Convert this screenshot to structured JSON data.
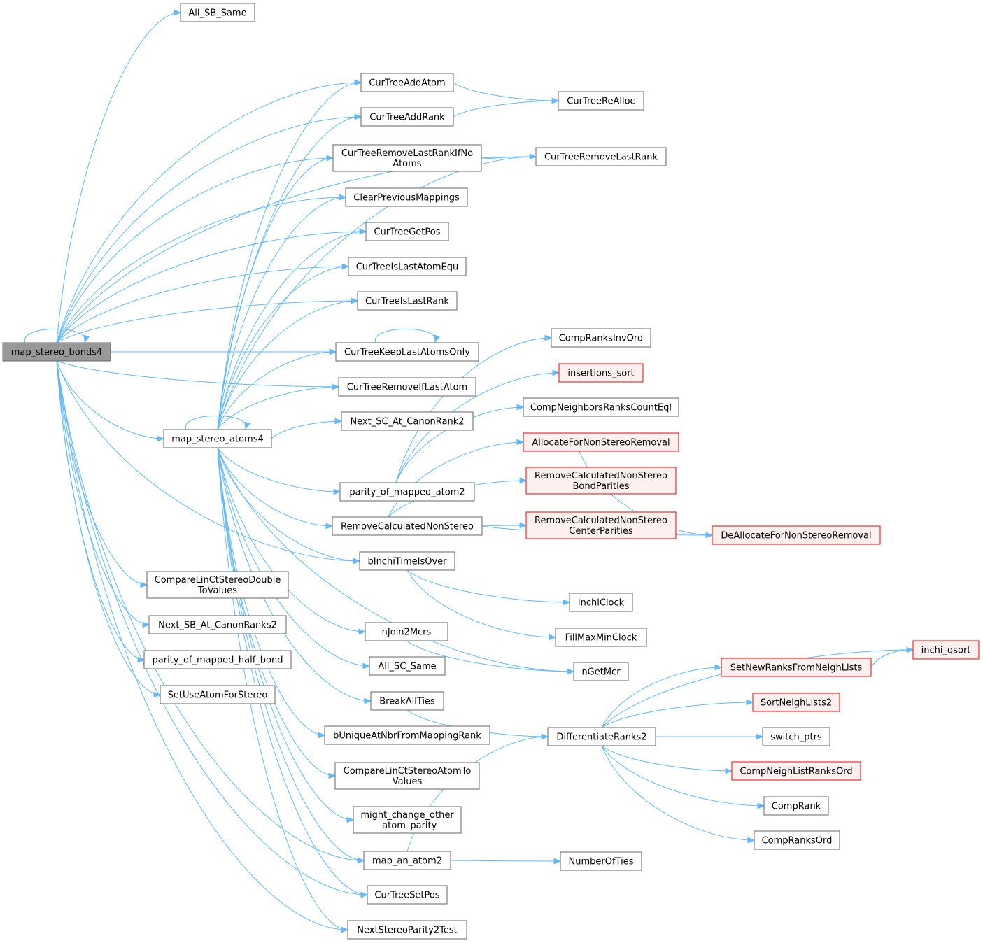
{
  "nodes": {
    "root": {
      "lines": [
        "map_stereo_bonds4"
      ],
      "style": "root"
    },
    "all_sb_same": {
      "lines": [
        "All_SB_Same"
      ],
      "style": "normal"
    },
    "cur_tree_add_atom": {
      "lines": [
        "CurTreeAddAtom"
      ],
      "style": "normal"
    },
    "cur_tree_add_rank": {
      "lines": [
        "CurTreeAddRank"
      ],
      "style": "normal"
    },
    "cur_tree_remove_last_rank_if_no_atoms": {
      "lines": [
        "CurTreeRemoveLastRankIfNo",
        "Atoms"
      ],
      "style": "normal"
    },
    "clear_previous_mappings": {
      "lines": [
        "ClearPreviousMappings"
      ],
      "style": "normal"
    },
    "cur_tree_get_pos": {
      "lines": [
        "CurTreeGetPos"
      ],
      "style": "normal"
    },
    "cur_tree_is_last_atom_equ": {
      "lines": [
        "CurTreeIsLastAtomEqu"
      ],
      "style": "normal"
    },
    "cur_tree_is_last_rank": {
      "lines": [
        "CurTreeIsLastRank"
      ],
      "style": "normal"
    },
    "cur_tree_keep_last_atoms_only": {
      "lines": [
        "CurTreeKeepLastAtomsOnly"
      ],
      "style": "normal"
    },
    "cur_tree_remove_if_last_atom": {
      "lines": [
        "CurTreeRemoveIfLastAtom"
      ],
      "style": "normal"
    },
    "next_sc_at_canon_rank2": {
      "lines": [
        "Next_SC_At_CanonRank2"
      ],
      "style": "normal"
    },
    "map_stereo_atoms4": {
      "lines": [
        "map_stereo_atoms4"
      ],
      "style": "normal"
    },
    "parity_of_mapped_atom2": {
      "lines": [
        "parity_of_mapped_atom2"
      ],
      "style": "normal"
    },
    "remove_calculated_non_stereo": {
      "lines": [
        "RemoveCalculatedNonStereo"
      ],
      "style": "normal"
    },
    "b_inchi_time_is_over": {
      "lines": [
        "bInchiTimeIsOver"
      ],
      "style": "normal"
    },
    "n_join2_mcrs": {
      "lines": [
        "nJoin2Mcrs"
      ],
      "style": "normal"
    },
    "all_sc_same": {
      "lines": [
        "All_SC_Same"
      ],
      "style": "normal"
    },
    "break_all_ties": {
      "lines": [
        "BreakAllTies"
      ],
      "style": "normal"
    },
    "b_unique_at_nbr": {
      "lines": [
        "bUniqueAtNbrFromMappingRank"
      ],
      "style": "normal"
    },
    "compare_lin_ct_stereo_atom": {
      "lines": [
        "CompareLinCtStereoAtomTo",
        "Values"
      ],
      "style": "normal"
    },
    "might_change_other": {
      "lines": [
        "might_change_other",
        "_atom_parity"
      ],
      "style": "normal"
    },
    "map_an_atom2": {
      "lines": [
        "map_an_atom2"
      ],
      "style": "normal"
    },
    "cur_tree_set_pos": {
      "lines": [
        "CurTreeSetPos"
      ],
      "style": "normal"
    },
    "next_stereo_parity2_test": {
      "lines": [
        "NextStereoParity2Test"
      ],
      "style": "normal"
    },
    "compare_lin_ct_stereo_double": {
      "lines": [
        "CompareLinCtStereoDouble",
        "ToValues"
      ],
      "style": "normal"
    },
    "next_sb_at_canon_ranks2": {
      "lines": [
        "Next_SB_At_CanonRanks2"
      ],
      "style": "normal"
    },
    "parity_of_mapped_half_bond": {
      "lines": [
        "parity_of_mapped_half_bond"
      ],
      "style": "normal"
    },
    "set_use_atom_for_stereo": {
      "lines": [
        "SetUseAtomForStereo"
      ],
      "style": "normal"
    },
    "cur_tree_realloc": {
      "lines": [
        "CurTreeReAlloc"
      ],
      "style": "normal"
    },
    "cur_tree_remove_last_rank": {
      "lines": [
        "CurTreeRemoveLastRank"
      ],
      "style": "normal"
    },
    "comp_ranks_inv_ord": {
      "lines": [
        "CompRanksInvOrd"
      ],
      "style": "normal"
    },
    "insertions_sort": {
      "lines": [
        "insertions_sort"
      ],
      "style": "truncated"
    },
    "comp_neighbors_ranks_count_eql": {
      "lines": [
        "CompNeighborsRanksCountEql"
      ],
      "style": "normal"
    },
    "allocate_for_non_stereo_removal": {
      "lines": [
        "AllocateForNonStereoRemoval"
      ],
      "style": "truncated"
    },
    "remove_calc_bond_parities": {
      "lines": [
        "RemoveCalculatedNonStereo",
        "BondParities"
      ],
      "style": "truncated"
    },
    "remove_calc_center_parities": {
      "lines": [
        "RemoveCalculatedNonStereo",
        "CenterParities"
      ],
      "style": "truncated"
    },
    "deallocate_for_non_stereo_removal": {
      "lines": [
        "DeAllocateForNonStereoRemoval"
      ],
      "style": "truncated"
    },
    "inchi_clock": {
      "lines": [
        "InchiClock"
      ],
      "style": "normal"
    },
    "fill_max_min_clock": {
      "lines": [
        "FillMaxMinClock"
      ],
      "style": "normal"
    },
    "n_get_mcr": {
      "lines": [
        "nGetMcr"
      ],
      "style": "normal"
    },
    "differentiate_ranks2": {
      "lines": [
        "DifferentiateRanks2"
      ],
      "style": "normal"
    },
    "number_of_ties": {
      "lines": [
        "NumberOfTies"
      ],
      "style": "normal"
    },
    "inchi_qsort": {
      "lines": [
        "inchi_qsort"
      ],
      "style": "truncated"
    },
    "set_new_ranks_from_neigh_lists": {
      "lines": [
        "SetNewRanksFromNeighLists"
      ],
      "style": "truncated"
    },
    "sort_neigh_lists2": {
      "lines": [
        "SortNeighLists2"
      ],
      "style": "truncated"
    },
    "switch_ptrs": {
      "lines": [
        "switch_ptrs"
      ],
      "style": "normal"
    },
    "comp_neigh_list_ranks_ord": {
      "lines": [
        "CompNeighListRanksOrd"
      ],
      "style": "truncated"
    },
    "comp_rank": {
      "lines": [
        "CompRank"
      ],
      "style": "normal"
    },
    "comp_ranks_ord": {
      "lines": [
        "CompRanksOrd"
      ],
      "style": "normal"
    }
  },
  "edges": [
    [
      "root",
      "root"
    ],
    [
      "root",
      "all_sb_same"
    ],
    [
      "root",
      "cur_tree_add_atom"
    ],
    [
      "root",
      "cur_tree_add_rank"
    ],
    [
      "root",
      "cur_tree_remove_last_rank_if_no_atoms"
    ],
    [
      "root",
      "clear_previous_mappings"
    ],
    [
      "root",
      "cur_tree_get_pos"
    ],
    [
      "root",
      "cur_tree_is_last_atom_equ"
    ],
    [
      "root",
      "cur_tree_is_last_rank"
    ],
    [
      "root",
      "cur_tree_keep_last_atoms_only"
    ],
    [
      "root",
      "cur_tree_remove_if_last_atom"
    ],
    [
      "root",
      "cur_tree_remove_last_rank"
    ],
    [
      "root",
      "map_stereo_atoms4"
    ],
    [
      "root",
      "compare_lin_ct_stereo_double"
    ],
    [
      "root",
      "next_sb_at_canon_ranks2"
    ],
    [
      "root",
      "parity_of_mapped_half_bond"
    ],
    [
      "root",
      "set_use_atom_for_stereo"
    ],
    [
      "root",
      "b_inchi_time_is_over"
    ],
    [
      "root",
      "map_an_atom2"
    ],
    [
      "root",
      "cur_tree_set_pos"
    ],
    [
      "root",
      "next_stereo_parity2_test"
    ],
    [
      "map_stereo_atoms4",
      "map_stereo_atoms4"
    ],
    [
      "map_stereo_atoms4",
      "cur_tree_add_atom"
    ],
    [
      "map_stereo_atoms4",
      "cur_tree_add_rank"
    ],
    [
      "map_stereo_atoms4",
      "cur_tree_remove_last_rank_if_no_atoms"
    ],
    [
      "map_stereo_atoms4",
      "clear_previous_mappings"
    ],
    [
      "map_stereo_atoms4",
      "cur_tree_get_pos"
    ],
    [
      "map_stereo_atoms4",
      "cur_tree_is_last_atom_equ"
    ],
    [
      "map_stereo_atoms4",
      "cur_tree_is_last_rank"
    ],
    [
      "map_stereo_atoms4",
      "cur_tree_keep_last_atoms_only"
    ],
    [
      "map_stereo_atoms4",
      "cur_tree_remove_if_last_atom"
    ],
    [
      "map_stereo_atoms4",
      "next_sc_at_canon_rank2"
    ],
    [
      "map_stereo_atoms4",
      "cur_tree_remove_last_rank"
    ],
    [
      "map_stereo_atoms4",
      "parity_of_mapped_atom2"
    ],
    [
      "map_stereo_atoms4",
      "remove_calculated_non_stereo"
    ],
    [
      "map_stereo_atoms4",
      "b_inchi_time_is_over"
    ],
    [
      "map_stereo_atoms4",
      "n_join2_mcrs"
    ],
    [
      "map_stereo_atoms4",
      "all_sc_same"
    ],
    [
      "map_stereo_atoms4",
      "break_all_ties"
    ],
    [
      "map_stereo_atoms4",
      "b_unique_at_nbr"
    ],
    [
      "map_stereo_atoms4",
      "compare_lin_ct_stereo_atom"
    ],
    [
      "map_stereo_atoms4",
      "might_change_other"
    ],
    [
      "map_stereo_atoms4",
      "map_an_atom2"
    ],
    [
      "map_stereo_atoms4",
      "cur_tree_set_pos"
    ],
    [
      "map_stereo_atoms4",
      "next_stereo_parity2_test"
    ],
    [
      "map_stereo_atoms4",
      "n_get_mcr"
    ],
    [
      "cur_tree_add_atom",
      "cur_tree_realloc"
    ],
    [
      "cur_tree_add_rank",
      "cur_tree_realloc"
    ],
    [
      "cur_tree_remove_last_rank_if_no_atoms",
      "cur_tree_remove_last_rank"
    ],
    [
      "cur_tree_keep_last_atoms_only",
      "cur_tree_keep_last_atoms_only"
    ],
    [
      "parity_of_mapped_atom2",
      "comp_ranks_inv_ord"
    ],
    [
      "parity_of_mapped_atom2",
      "insertions_sort"
    ],
    [
      "parity_of_mapped_atom2",
      "comp_neighbors_ranks_count_eql"
    ],
    [
      "remove_calculated_non_stereo",
      "allocate_for_non_stereo_removal"
    ],
    [
      "remove_calculated_non_stereo",
      "remove_calc_bond_parities"
    ],
    [
      "remove_calculated_non_stereo",
      "remove_calc_center_parities"
    ],
    [
      "remove_calculated_non_stereo",
      "deallocate_for_non_stereo_removal"
    ],
    [
      "allocate_for_non_stereo_removal",
      "deallocate_for_non_stereo_removal"
    ],
    [
      "b_inchi_time_is_over",
      "inchi_clock"
    ],
    [
      "b_inchi_time_is_over",
      "fill_max_min_clock"
    ],
    [
      "n_join2_mcrs",
      "n_get_mcr"
    ],
    [
      "break_all_ties",
      "differentiate_ranks2"
    ],
    [
      "map_an_atom2",
      "differentiate_ranks2"
    ],
    [
      "map_an_atom2",
      "number_of_ties"
    ],
    [
      "differentiate_ranks2",
      "inchi_qsort"
    ],
    [
      "differentiate_ranks2",
      "set_new_ranks_from_neigh_lists"
    ],
    [
      "differentiate_ranks2",
      "sort_neigh_lists2"
    ],
    [
      "differentiate_ranks2",
      "switch_ptrs"
    ],
    [
      "differentiate_ranks2",
      "comp_neigh_list_ranks_ord"
    ],
    [
      "differentiate_ranks2",
      "comp_rank"
    ],
    [
      "differentiate_ranks2",
      "comp_ranks_ord"
    ],
    [
      "set_new_ranks_from_neigh_lists",
      "inchi_qsort"
    ]
  ],
  "colors": {
    "edge": "#63b8ff",
    "node_border": "#666666",
    "root_fill": "#999999",
    "truncated_border": "#ff0000",
    "truncated_fill": "#fff0f0"
  }
}
